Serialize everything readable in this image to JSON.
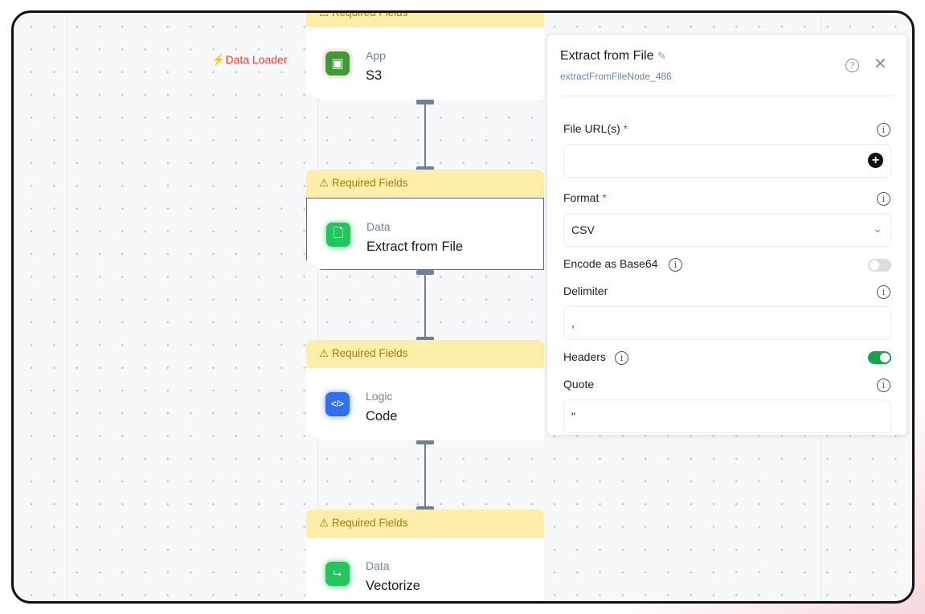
{
  "canvas": {
    "group_label": "Data Loader"
  },
  "nodes": [
    {
      "warning": "Required Fields",
      "category": "App",
      "title": "S3",
      "icon": "s3-bucket-icon",
      "color": "#3f9c35"
    },
    {
      "warning": "Required Fields",
      "category": "Data",
      "title": "Extract from File",
      "icon": "file-icon",
      "color": "#22c55e"
    },
    {
      "warning": "Required Fields",
      "category": "Logic",
      "title": "Code",
      "icon": "code-icon",
      "color": "#2f6ff2"
    },
    {
      "warning": "Required Fields",
      "category": "Data",
      "title": "Vectorize",
      "icon": "vectorize-icon",
      "color": "#22c55e"
    }
  ],
  "panel": {
    "title": "Extract from File",
    "node_id": "extractFromFileNode_486",
    "fields": {
      "file_urls": {
        "label": "File URL(s)",
        "required": "*",
        "value": ""
      },
      "format": {
        "label": "Format",
        "required": "*",
        "value": "CSV"
      },
      "encode_base64": {
        "label": "Encode as Base64",
        "on": false
      },
      "delimiter": {
        "label": "Delimiter",
        "value": ","
      },
      "headers": {
        "label": "Headers",
        "on": true
      },
      "quote": {
        "label": "Quote",
        "value": "\""
      }
    }
  },
  "colors": {
    "toggle_on": "#16a34a",
    "warning_bg": "#fdeeaa",
    "accent_red": "#f04438"
  }
}
